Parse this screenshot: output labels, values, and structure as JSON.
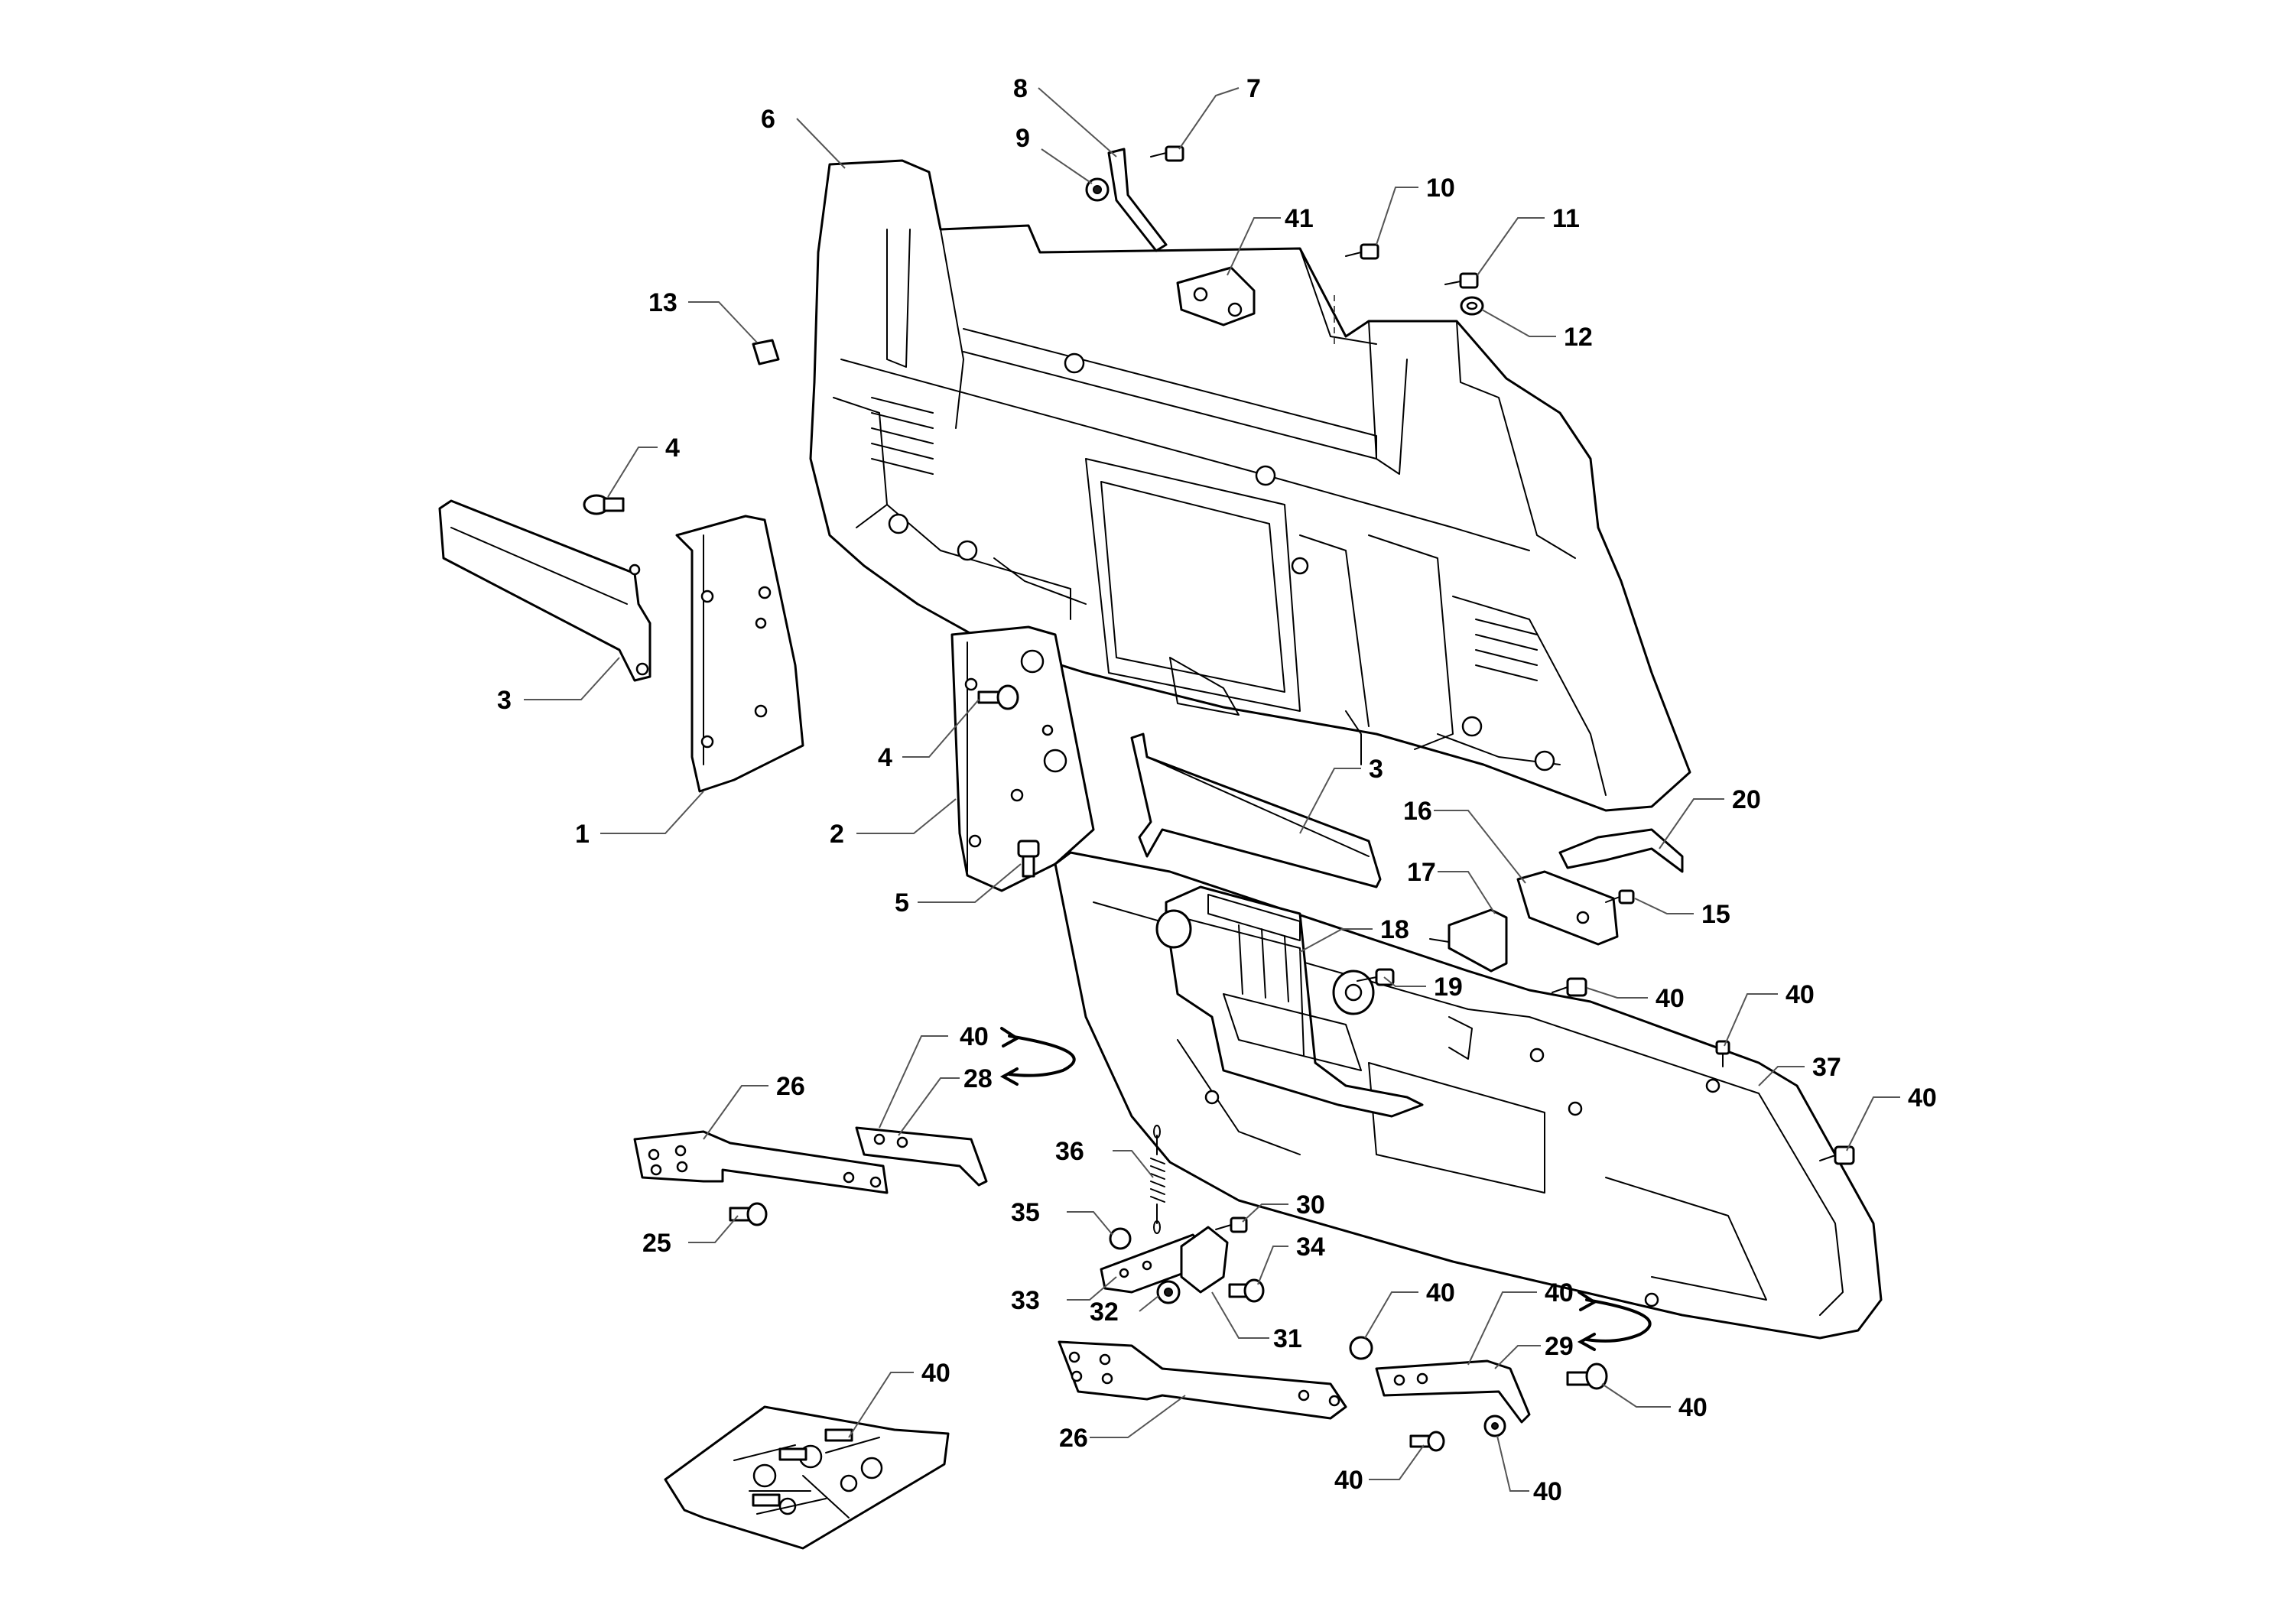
{
  "callouts": {
    "c1": "1",
    "c2": "2",
    "c3a": "3",
    "c3b": "3",
    "c4a": "4",
    "c4b": "4",
    "c5": "5",
    "c6": "6",
    "c7": "7",
    "c8": "8",
    "c9": "9",
    "c10": "10",
    "c11": "11",
    "c12": "12",
    "c13": "13",
    "c15": "15",
    "c16": "16",
    "c17": "17",
    "c18": "18",
    "c19": "19",
    "c20": "20",
    "c25": "25",
    "c26a": "26",
    "c26b": "26",
    "c28": "28",
    "c29": "29",
    "c30": "30",
    "c31": "31",
    "c32": "32",
    "c33": "33",
    "c34": "34",
    "c35": "35",
    "c36": "36",
    "c37": "37",
    "c41": "41",
    "c40a": "40",
    "c40b": "40",
    "c40c": "40",
    "c40d": "40",
    "c40e": "40",
    "c40f": "40",
    "c40g": "40",
    "c40h": "40",
    "c40i": "40",
    "c40j": "40"
  }
}
